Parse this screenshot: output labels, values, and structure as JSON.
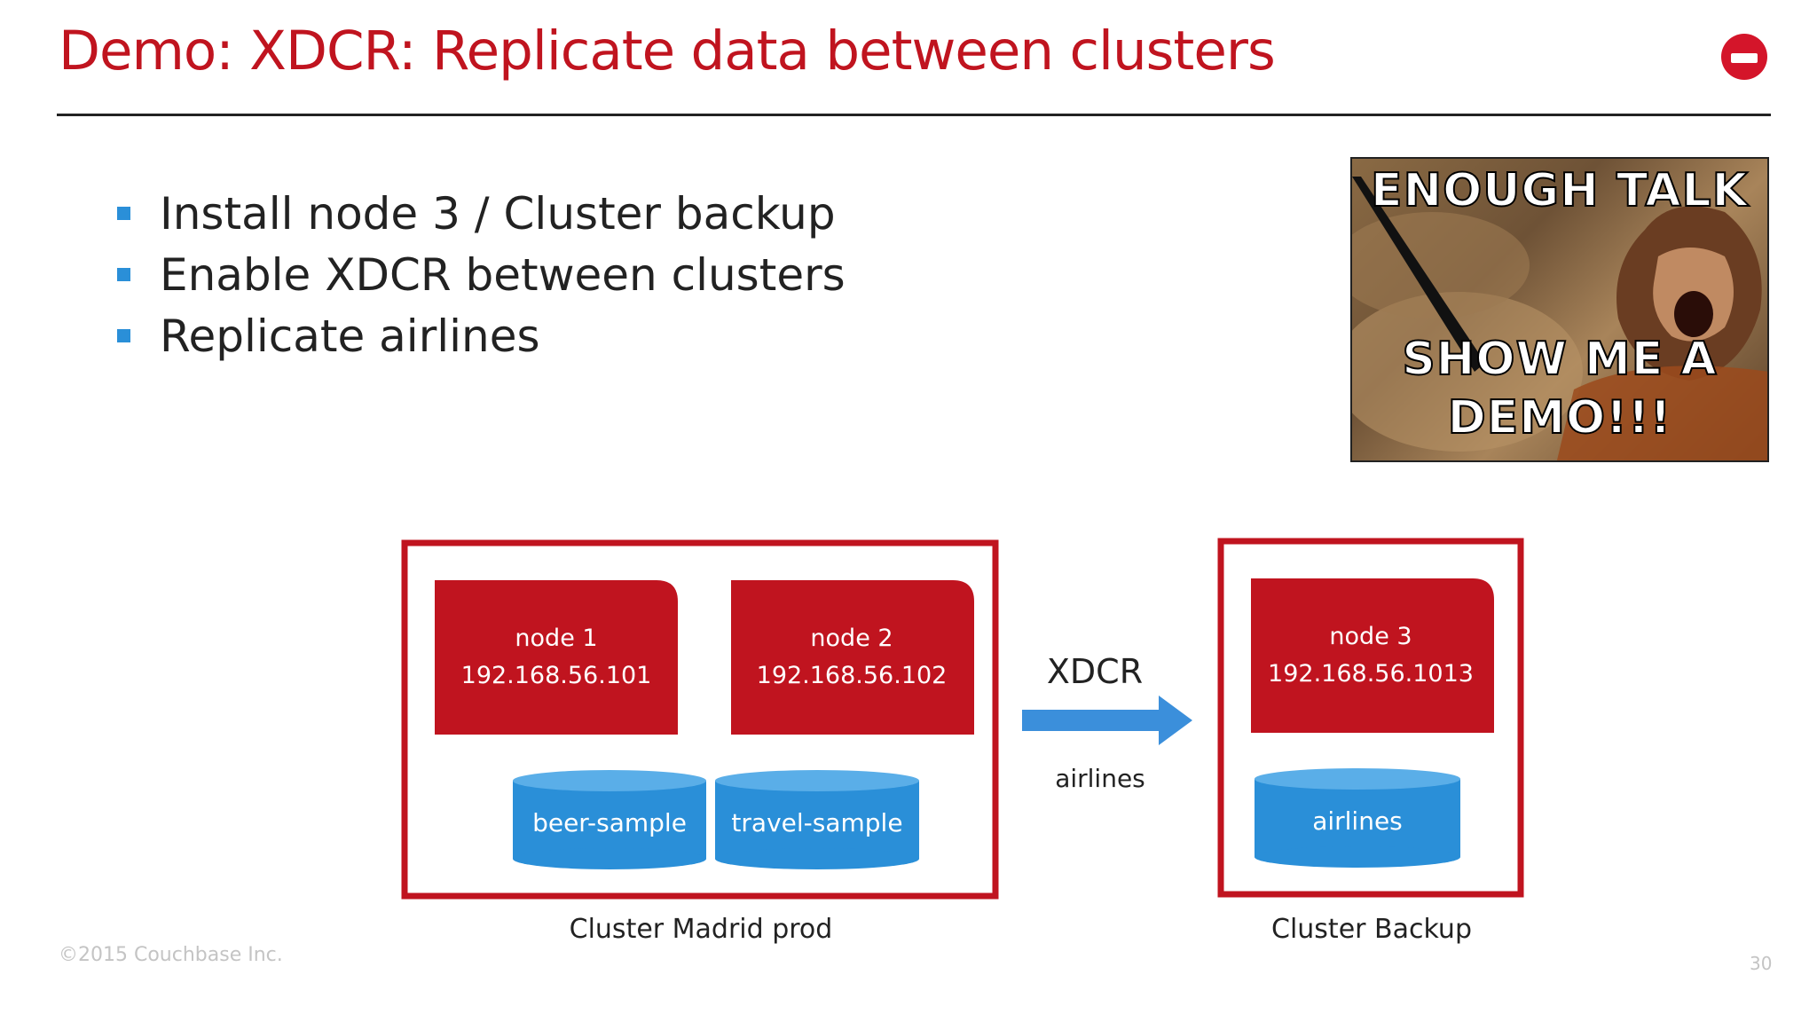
{
  "slide": {
    "title": "Demo: XDCR: Replicate data between clusters",
    "bullets": [
      "Install node 3 / Cluster backup",
      "Enable XDCR between clusters",
      "Replicate airlines"
    ]
  },
  "meme": {
    "top_text": "ENOUGH TALK",
    "bottom_line1": "SHOW ME A",
    "bottom_line2": "DEMO!!!"
  },
  "diagram": {
    "cluster_prod": {
      "label": "Cluster Madrid prod",
      "nodes": [
        {
          "name": "node 1",
          "ip": "192.168.56.101"
        },
        {
          "name": "node 2",
          "ip": "192.168.56.102"
        }
      ],
      "buckets": [
        "beer-sample",
        "travel-sample"
      ]
    },
    "cluster_backup": {
      "label": "Cluster Backup",
      "nodes": [
        {
          "name": "node 3",
          "ip": "192.168.56.1013"
        }
      ],
      "buckets": [
        "airlines"
      ]
    },
    "replication": {
      "label": "XDCR",
      "bucket": "airlines"
    }
  },
  "colors": {
    "brand_red": "#c0141f",
    "node_red": "#c0141f",
    "bucket_blue": "#2a8fd8",
    "arrow_blue": "#3b8fdb"
  },
  "footer": {
    "copyright": "©2015 Couchbase Inc.",
    "page_number": "30"
  }
}
